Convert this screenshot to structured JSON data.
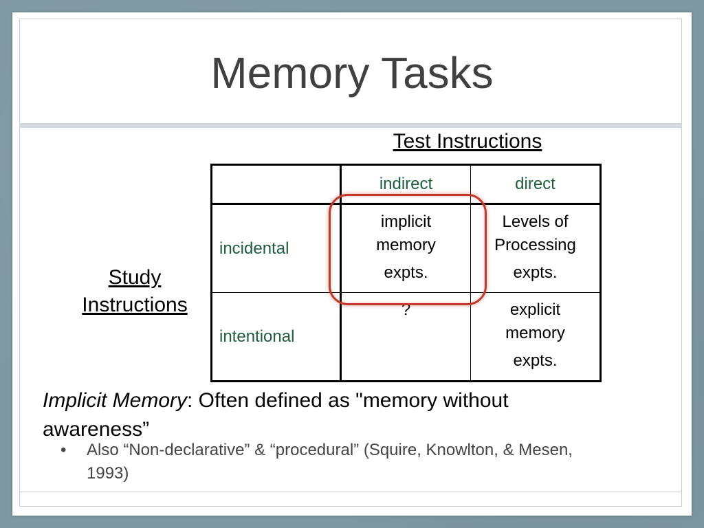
{
  "slide": {
    "title": "Memory Tasks",
    "test_instructions": "Test Instructions",
    "study_instructions": [
      "Study",
      "Instructions"
    ],
    "table": {
      "columns": [
        "indirect",
        "direct"
      ],
      "rows": [
        {
          "label": "incidental",
          "cells": [
            [
              "implicit",
              "memory",
              "expts."
            ],
            [
              "Levels of",
              "Processing",
              "expts."
            ]
          ]
        },
        {
          "label": "intentional",
          "cells": [
            [
              "?"
            ],
            [
              "explicit",
              "memory",
              "expts."
            ]
          ]
        }
      ]
    },
    "definition": {
      "term": "Implicit Memory",
      "text": ": Often defined as \"memory without awareness”"
    },
    "bullet": {
      "marker": "•",
      "text": "Also “Non-declarative” & “procedural” (Squire, Knowlton, & Mesen, 1993)"
    },
    "colors": {
      "background": "#7d97a3",
      "title": "#404040",
      "label_green": "#1c5f3a",
      "highlight": "#c0392b"
    }
  }
}
